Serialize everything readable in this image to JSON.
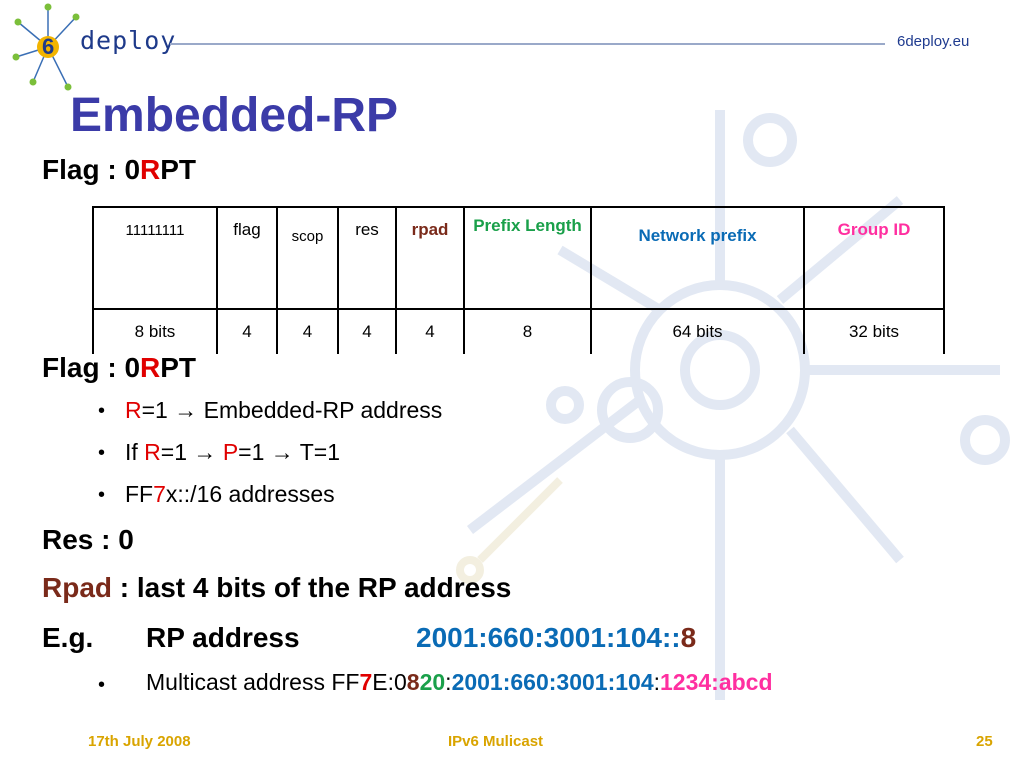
{
  "header": {
    "logo_text": "deploy",
    "site": "6deploy.eu"
  },
  "title": "Embedded-RP",
  "flag_heading_1": {
    "prefix": "Flag : 0",
    "r": "R",
    "suffix": "PT"
  },
  "table": {
    "fields": [
      "11111111",
      "flag",
      "scop",
      "res",
      "rpad",
      "Prefix Length",
      "Network prefix",
      "Group ID"
    ],
    "bits": [
      "8 bits",
      "4",
      "4",
      "4",
      "4",
      "8",
      "64 bits",
      "32 bits"
    ]
  },
  "flag_heading_2": {
    "prefix": "Flag : 0",
    "r": "R",
    "suffix": "PT"
  },
  "bullets": {
    "b1": {
      "r": "R",
      "rest": "=1 → Embedded-RP address"
    },
    "b2": {
      "if": "If ",
      "r": "R",
      "mid": "=1 → ",
      "p": "P",
      "rest": "=1 → T=1"
    },
    "b3": {
      "ff": "FF",
      "seven": "7",
      "rest": "x::/16 addresses"
    },
    "marker": "•"
  },
  "res_line": "Res : 0",
  "rpad_line": {
    "rpad": "Rpad",
    "rest": " : last 4 bits of the RP address"
  },
  "eg_line": {
    "eg": "E.g.",
    "label": "RP address",
    "addr": "2001:660:3001:104::",
    "last": "8"
  },
  "multicast_line": {
    "label": "Multicast address FF",
    "seven": "7",
    "e0": "E:0",
    "eight": "8",
    "twenty": "20",
    "colon1": ":",
    "prefix": "2001:660:3001:104",
    "colon2": ":",
    "group": "1234:abcd"
  },
  "footer": {
    "date": "17th July 2008",
    "center": "IPv6 Mulicast",
    "page": "25"
  },
  "colors": {
    "title": "#3b3ba8",
    "red": "#e00000",
    "dark_red": "#7a2a1a",
    "blue": "#0a6bb5",
    "green": "#1aa04a",
    "pink": "#ff2fa0",
    "footer": "#d9a400"
  }
}
